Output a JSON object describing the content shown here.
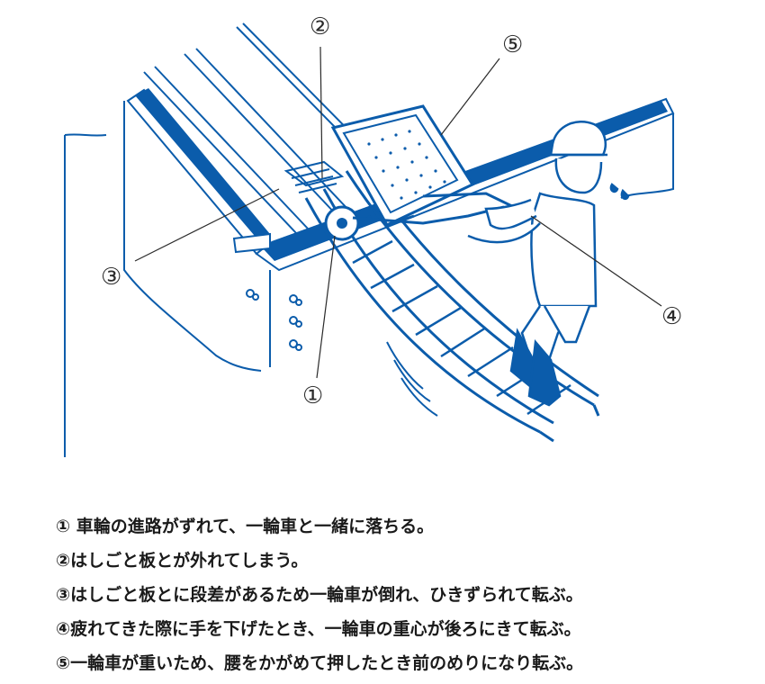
{
  "illustration": {
    "accent_color": "#0b5cab",
    "callouts": [
      "①",
      "②",
      "③",
      "④",
      "⑤"
    ]
  },
  "captions": [
    "① 車輪の進路がずれて、一輪車と一緒に落ちる。",
    "②はしごと板とが外れてしまう。",
    "③はしごと板とに段差があるため一輪車が倒れ、ひきずられて転ぶ。",
    "④疲れてきた際に手を下げたとき、一輪車の重心が後ろにきて転ぶ。",
    "⑤一輪車が重いため、腰をかがめて押したとき前のめりになり転ぶ。"
  ]
}
